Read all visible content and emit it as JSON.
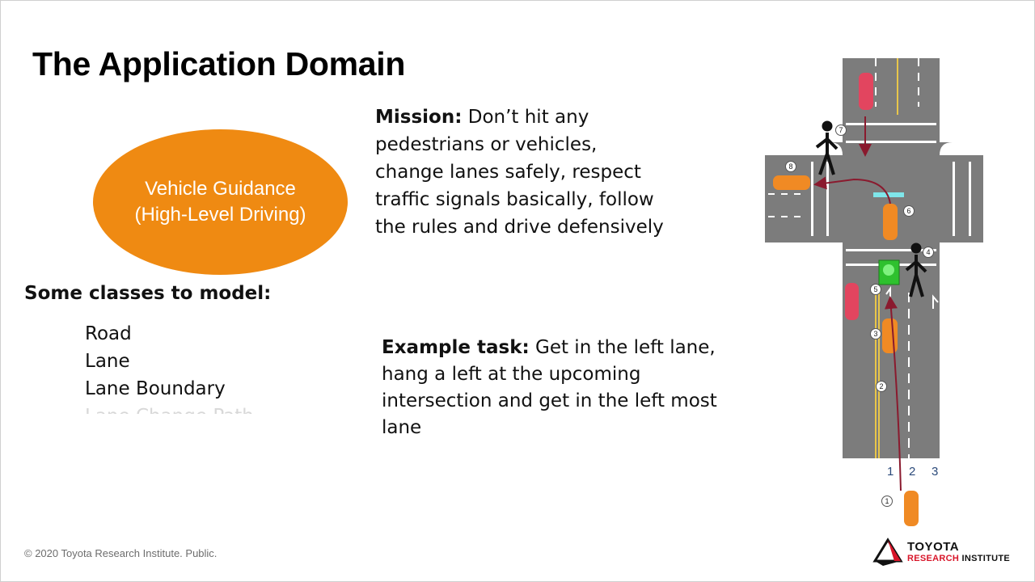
{
  "slide": {
    "title": "The Application Domain",
    "ellipse": {
      "line1": "Vehicle Guidance",
      "line2": "(High-Level Driving)"
    },
    "classes": {
      "heading": "Some classes to model:",
      "items": [
        "Road",
        "Lane",
        "Lane Boundary"
      ],
      "faded_item": "Lane Change Path"
    },
    "mission": {
      "label": "Mission:",
      "text": " Don’t hit any pedestrians or vehicles, change lanes safely, respect traffic signals basically, follow the rules and drive defensively"
    },
    "example": {
      "label": "Example task:",
      "text": " Get in the left lane, hang a left at the upcoming intersection and get in the left most lane"
    },
    "footer": "© 2020 Toyota Research Institute. Public.",
    "logo": {
      "brand": "TOYOTA",
      "sub1": "RESEARCH",
      "sub2": " INSTITUTE"
    }
  },
  "diagram": {
    "lane_numbers": [
      "1",
      "2",
      "3"
    ],
    "steps": [
      "1",
      "2",
      "3",
      "4",
      "5",
      "6",
      "7",
      "8"
    ],
    "colors": {
      "road": "#7c7c7c",
      "car_orange": "#f08a24",
      "car_red": "#e2455f",
      "signal_green": "#2ec12e",
      "path": "#8a1a2e",
      "crosswalk": "#ffffff",
      "center_line": "#e8c64a"
    }
  }
}
